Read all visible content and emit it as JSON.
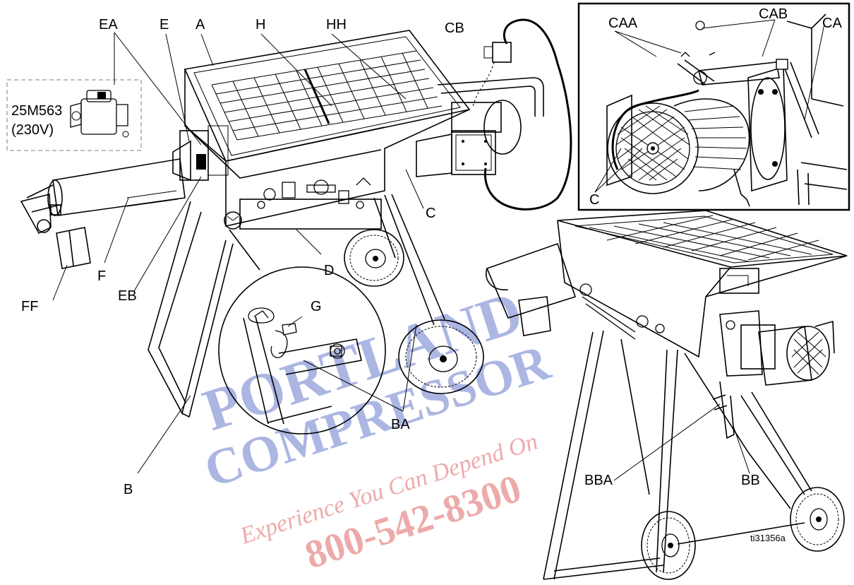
{
  "callouts": {
    "EA": "EA",
    "E": "E",
    "A": "A",
    "H": "H",
    "HH": "HH",
    "CB": "CB",
    "CAA": "CAA",
    "CAB": "CAB",
    "CA": "CA",
    "C_inset": "C",
    "C_main": "C",
    "F": "F",
    "FF": "FF",
    "EB": "EB",
    "D": "D",
    "G": "G",
    "BA": "BA",
    "B": "B",
    "BBA": "BBA",
    "BB": "BB"
  },
  "alt_part": {
    "number": "25M563",
    "voltage": "(230V)"
  },
  "figure_id": "ti31356a",
  "watermark": {
    "line1": "PORTLAND",
    "line2": "COMPRESSOR",
    "tagline": "Experience You Can Depend On",
    "phone": "800-542-8300"
  },
  "colors": {
    "line": "#000000",
    "watermark_red": "#e06666",
    "watermark_blue": "#4a5ec0",
    "dashed_box": "#999999"
  }
}
